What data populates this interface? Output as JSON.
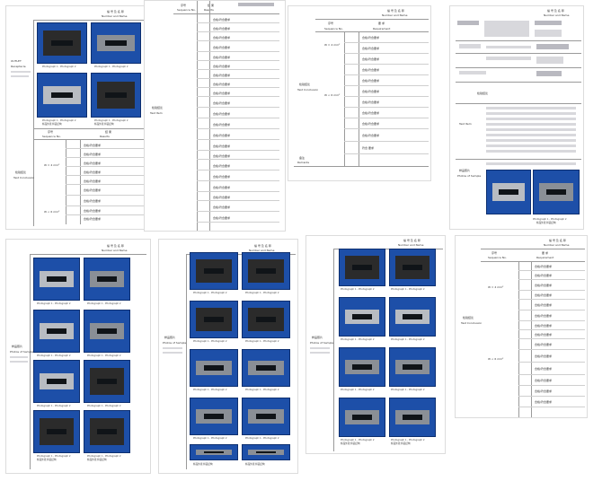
{
  "header_left": "编 号 及 名 称",
  "header_sub": "Number and Name",
  "cols": {
    "sequence": "序号",
    "sequence_en": "Sequence No.",
    "test_item": "Test Item",
    "result": "结 果",
    "result_en": "Results",
    "demand": "要 求",
    "demand_en": "Requirement"
  },
  "sample_label": "样品照片",
  "sample_en": "Photos of Sample",
  "remark": "备注",
  "remark_en": "Remarks",
  "conclusion_label": "检验结论",
  "conclusion_en": "Test Conclusion",
  "conclusion_text": "符合 要求",
  "pass": "合格/符合要求",
  "photo_caption_a": "Photograph 1 - Photograph 2",
  "photo_caption_b": "样品外观 样品结构",
  "left_label_1": "OUTLET",
  "left_label_2": "Receptacle",
  "unit_text": "W = 4 mm²",
  "unit_text_2": "W < 6 mm²"
}
